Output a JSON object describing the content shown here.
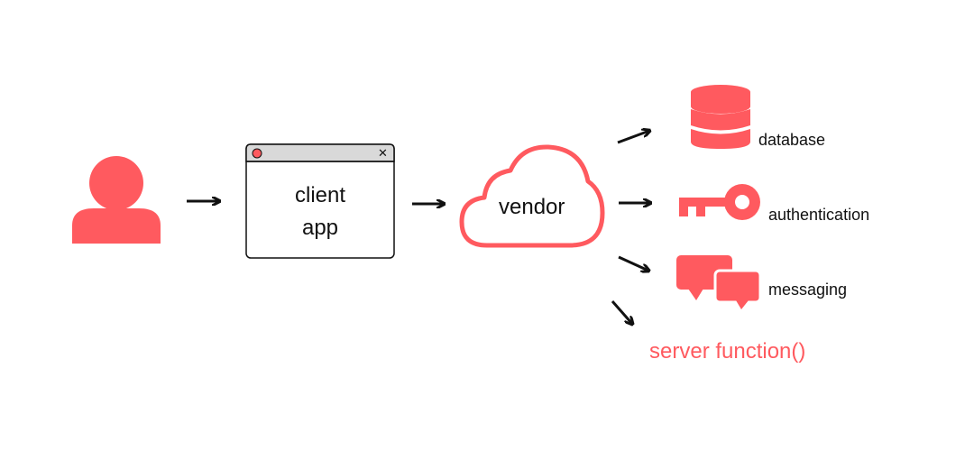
{
  "colors": {
    "accent": "#ff5a5f",
    "ink": "#111111",
    "window_titlebar": "#d9d9d9",
    "background": "#ffffff"
  },
  "user": {
    "icon": "person-icon"
  },
  "client_app": {
    "line1": "client",
    "line2": "app",
    "close_glyph": "✕"
  },
  "vendor": {
    "label": "vendor",
    "icon": "cloud-icon"
  },
  "services": [
    {
      "label": "database",
      "icon": "database-icon"
    },
    {
      "label": "authentication",
      "icon": "key-icon"
    },
    {
      "label": "messaging",
      "icon": "chat-bubbles-icon"
    }
  ],
  "server_function": {
    "label": "server function()"
  }
}
